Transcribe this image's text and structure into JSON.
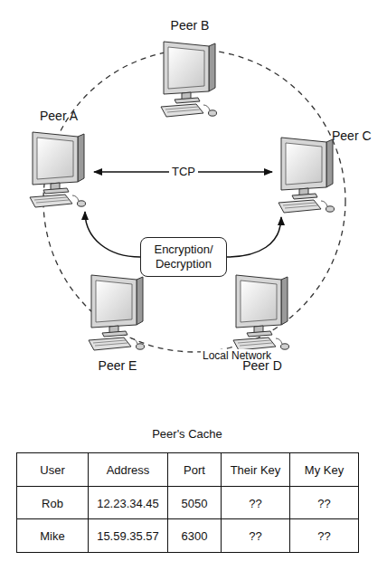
{
  "diagram": {
    "nodes": [
      {
        "text": [
          "Peer B"
        ]
      },
      {
        "text": [
          "Peer A"
        ]
      },
      {
        "text": [
          "Peer C"
        ]
      },
      {
        "text": [
          "Encryption/ Decryption"
        ]
      },
      {
        "text": [
          "Peer E"
        ]
      },
      {
        "text": [
          "Peer D"
        ]
      }
    ],
    "edges": [
      {
        "from": 1,
        "to": 2,
        "label": "TCP",
        "arrow": "both"
      },
      {
        "from": 3,
        "to": 1,
        "arrow": "to"
      },
      {
        "from": 3,
        "to": 2,
        "arrow": "to"
      }
    ],
    "labels": [
      "Local Network",
      "Peer's Cache",
      "User",
      "Address",
      "Port",
      "Their Key",
      "My Key",
      "Rob",
      "12.23.34.45",
      "5050",
      "??",
      "??",
      "Mike",
      "15.59.35.57",
      "6300",
      "??",
      "??"
    ]
  }
}
